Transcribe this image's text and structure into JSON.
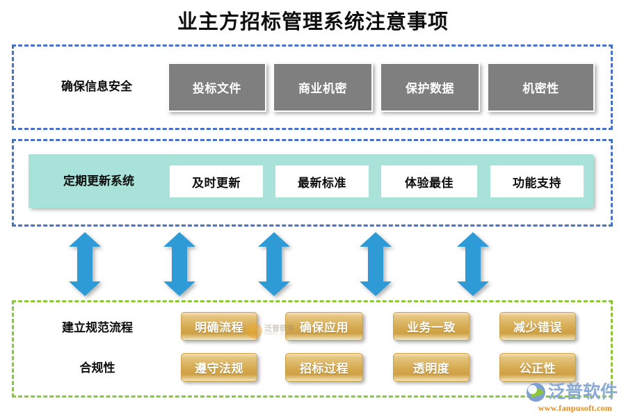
{
  "page": {
    "title": "业主方招标管理系统注意事项",
    "colors": {
      "frame_blue": "#4472C4",
      "frame_green": "#8CC63E",
      "grey_card": "#7F7F7F",
      "teal_band": "#A8E2D9",
      "gold_card": "#D6AB52",
      "arrow_blue": "#2E9BD6",
      "logo_blue": "#8AA9D4",
      "logo_orange": "#E88B1E"
    }
  },
  "sections": {
    "security": {
      "frame_style": "blue-dashed",
      "label": "确保信息安全",
      "cards": [
        {
          "text": "投标文件"
        },
        {
          "text": "商业机密"
        },
        {
          "text": "保护数据"
        },
        {
          "text": "机密性"
        }
      ]
    },
    "update": {
      "frame_style": "blue-dashed",
      "label": "定期更新系统",
      "cards": [
        {
          "text": "及时更新"
        },
        {
          "text": "最新标准"
        },
        {
          "text": "体验最佳"
        },
        {
          "text": "功能支持"
        }
      ]
    },
    "process": {
      "frame_style": "green-dashed",
      "rows": [
        {
          "label": "建立规范流程",
          "cards": [
            {
              "text": "明确流程"
            },
            {
              "text": "确保应用"
            },
            {
              "text": "业务一致"
            },
            {
              "text": "减少错误"
            }
          ]
        },
        {
          "label": "合规性",
          "cards": [
            {
              "text": "遵守法规"
            },
            {
              "text": "招标过程"
            },
            {
              "text": "透明度"
            },
            {
              "text": "公正性"
            }
          ]
        }
      ]
    }
  },
  "connectors": {
    "icon": "double-headed-vertical-arrow",
    "count": 5
  },
  "watermark": {
    "cn": "泛普软件",
    "en": "FANPU SOFTWARE"
  },
  "brand": {
    "name": "泛普软件",
    "url": "www.fanpusoft.com",
    "icon": "fanpu-logo-icon"
  }
}
